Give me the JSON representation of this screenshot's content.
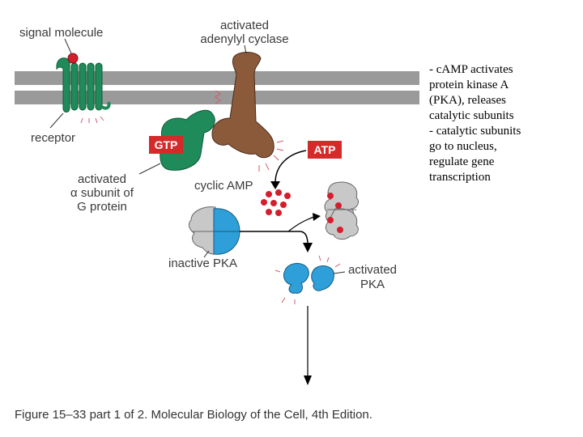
{
  "labels": {
    "signal_molecule": "signal molecule",
    "activated_adenylyl_cyclase": [
      "activated",
      "adenylyl cyclase"
    ],
    "receptor": "receptor",
    "gtp": "GTP",
    "atp": "ATP",
    "activated_alpha_subunit": [
      "activated",
      "α subunit of",
      "G protein"
    ],
    "cyclic_amp": "cyclic AMP",
    "inactive_pka": "inactive PKA",
    "activated_pka": [
      "activated",
      "PKA"
    ]
  },
  "caption": "Figure 15–33 part 1 of 2. Molecular Biology of the Cell, 4th Edition.",
  "notes": [
    "- cAMP activates",
    "protein kinase A",
    "(PKA), releases",
    "catalytic subunits",
    "- catalytic subunits",
    "go to nucleus,",
    "regulate gene",
    "transcription"
  ],
  "colors": {
    "membrane": "#9a9a9a",
    "receptor_green": "#1f8a5a",
    "cyclase_brown": "#8a5a3a",
    "gtp_badge": "#d42a2a",
    "atp_badge": "#d42a2a",
    "camp_red": "#d41e2e",
    "pka_gray": "#c8c8c8",
    "pka_blue": "#2e9fd9"
  }
}
